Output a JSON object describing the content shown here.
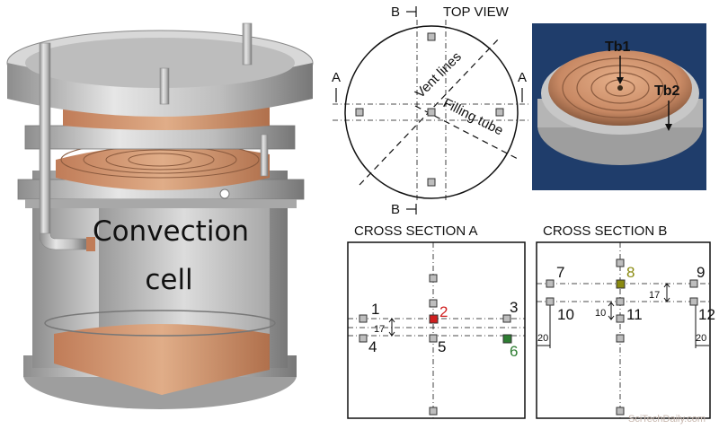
{
  "cell": {
    "label_line1": "Convection",
    "label_line2": "cell"
  },
  "top_view": {
    "title": "TOP VIEW",
    "section_a": "A",
    "section_b": "B",
    "vent_label": "Vent lines",
    "filling_label": "Filling tube"
  },
  "photo": {
    "tb1": "Tb1",
    "tb2": "Tb2"
  },
  "cross_a": {
    "title": "CROSS SECTION A",
    "sensors": [
      "1",
      "2",
      "3",
      "4",
      "5",
      "6"
    ],
    "dim_17": "17"
  },
  "cross_b": {
    "title": "CROSS SECTION B",
    "sensors": [
      "7",
      "8",
      "9",
      "10",
      "11",
      "12"
    ],
    "dim_17": "17",
    "dim_10": "10",
    "dim_20_left": "20",
    "dim_20_right": "20"
  },
  "colors": {
    "highlight_red": "#d02020",
    "highlight_green": "#2e7d32",
    "highlight_olive": "#8a8a10",
    "copper": "#d49a72",
    "metal": "#c9c9c9"
  },
  "watermark": "SciTechDaily.com"
}
